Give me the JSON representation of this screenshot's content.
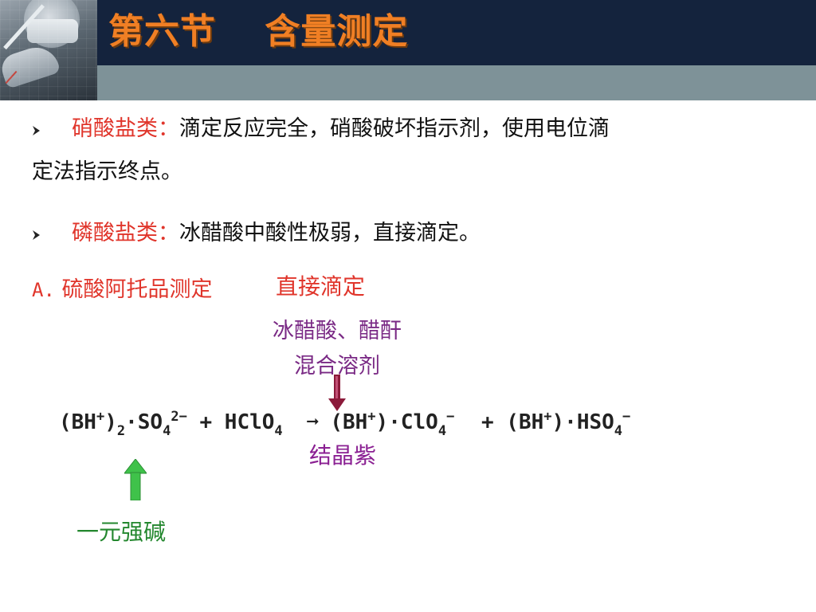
{
  "slide": {
    "title": "第六节　 含量测定"
  },
  "paragraphs": [
    {
      "label": "硝酸盐类：",
      "text_line1": "滴定反应完全，硝酸破坏指示剂，使用电位滴",
      "text_line2": "定法指示终点。"
    },
    {
      "label": "磷酸盐类：",
      "text_line1": "冰醋酸中酸性极弱，直接滴定。"
    }
  ],
  "section_a": {
    "marker": "A.",
    "title": "硫酸阿托品测定"
  },
  "annotations": {
    "direct_titration": "直接滴定",
    "solvent_line1": "冰醋酸、醋酐",
    "solvent_line2": "混合溶剂",
    "indicator": "结晶紫",
    "base_note": "一元强碱"
  },
  "equation": {
    "reactant1_open": "(BH",
    "reactant1_plus": "+",
    "reactant1_close": ")",
    "reactant1_sub": "2",
    "reactant1_so": "·SO",
    "reactant1_so_sub": "4",
    "reactant1_so_sup": "2−",
    "plus1": " + ",
    "reactant2": "HClO",
    "reactant2_sub": "4",
    "arrow": "➞",
    "product1_open": "(BH",
    "product1_plus": "+",
    "product1_close": ")·ClO",
    "product1_sub": "4",
    "product1_sup": "−",
    "plus2": " + ",
    "product2_open": "(BH",
    "product2_plus": "+",
    "product2_close": ")·HSO",
    "product2_sub": "4",
    "product2_sup": "−"
  },
  "colors": {
    "title": "#f07f24",
    "header_dark": "#14233d",
    "header_band": "#7e9298",
    "label_red": "#e0352b",
    "solvent_purple": "#7a2a85",
    "indicator_purple": "#8a1f92",
    "base_green": "#23872e",
    "arrow_down": "#8b1a3a",
    "arrow_up": "#3fc24a"
  },
  "icons": {
    "bullet": "chevron-right-bullet-icon",
    "down_arrow": "arrow-down-icon",
    "up_arrow": "arrow-up-icon"
  }
}
